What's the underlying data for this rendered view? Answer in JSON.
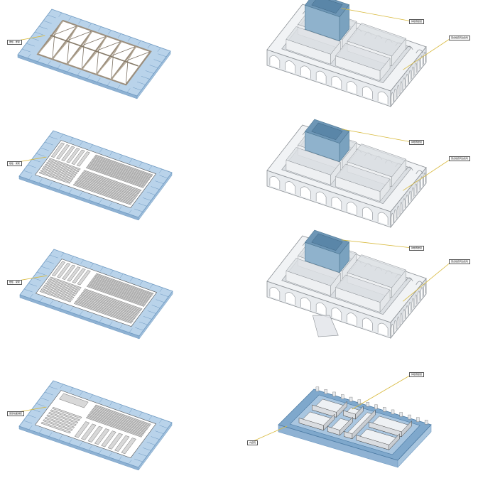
{
  "colors": {
    "slab": "#b9d3ea",
    "slab_edge": "#6f9ac2",
    "beam": "#d8d8d8",
    "beam_edge": "#555555",
    "truss": "#9c8f7e",
    "building": "#d9dde2",
    "building_edge": "#8c9196",
    "highlight": "#6d96b6",
    "leader": "#d8b93c"
  },
  "panels": [
    {
      "id": "roof-truss",
      "column": "left",
      "labels": [
        {
          "text": "屋檐 · 屋架"
        }
      ]
    },
    {
      "id": "upper-floor-a",
      "column": "left",
      "labels": [
        {
          "text": "楼板 · 梁架"
        }
      ]
    },
    {
      "id": "upper-floor-b",
      "column": "left",
      "labels": [
        {
          "text": "楼板 · 梁架"
        }
      ]
    },
    {
      "id": "ground-floor",
      "column": "left",
      "labels": [
        {
          "text": "首层地面铺装"
        }
      ]
    },
    {
      "id": "building-roof",
      "column": "right",
      "labels": [
        {
          "text": "钟楼阁楼层"
        },
        {
          "text": "围合檐廊周边建筑"
        }
      ]
    },
    {
      "id": "building-upper",
      "column": "right",
      "labels": [
        {
          "text": "钟楼阁楼层"
        },
        {
          "text": "围合檐廊周边建筑"
        }
      ]
    },
    {
      "id": "building-lower",
      "column": "right",
      "labels": [
        {
          "text": "钟楼阁楼层"
        },
        {
          "text": "围合檐廊周边建筑"
        }
      ]
    },
    {
      "id": "building-ground",
      "column": "right",
      "labels": [
        {
          "text": "钟楼阁楼层"
        },
        {
          "text": "内庭院"
        }
      ]
    }
  ]
}
